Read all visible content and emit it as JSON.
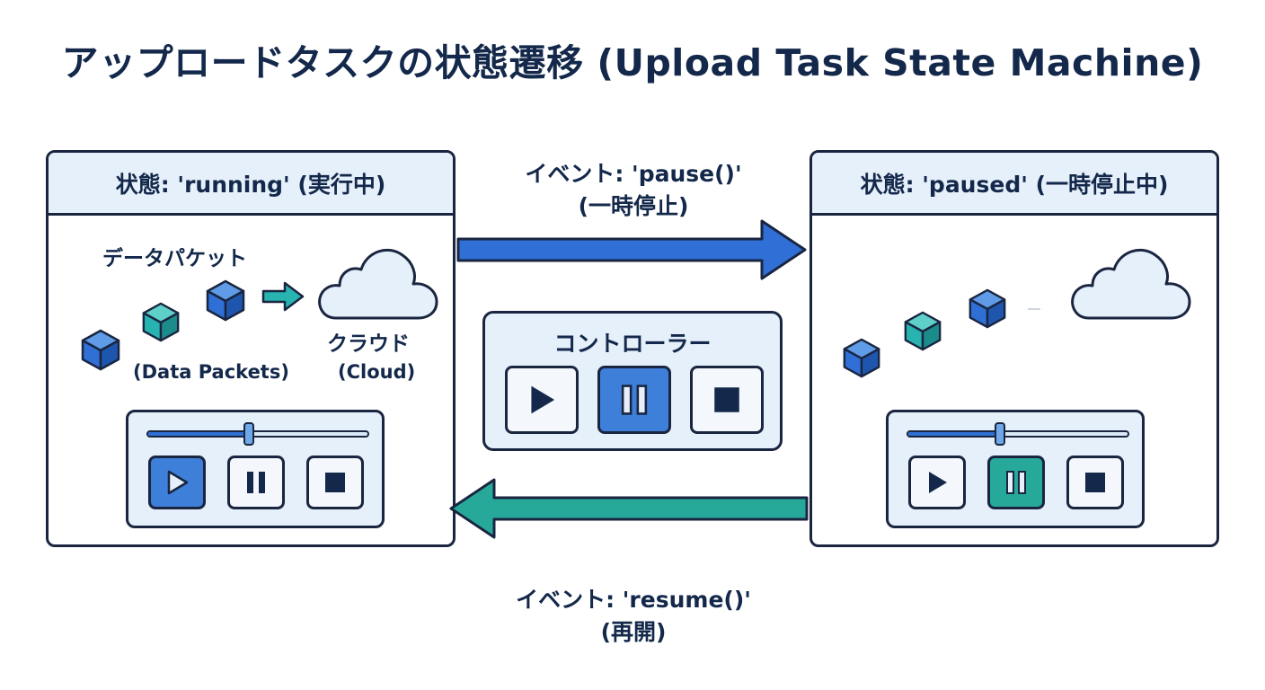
{
  "title": "アップロードタスクの状態遷移 (Upload Task State Machine)",
  "state_running": {
    "header": "状態: 'running' (実行中)",
    "packets_label_jp": "データパケット",
    "packets_label_en": "(Data Packets)",
    "cloud_label_jp": "クラウド",
    "cloud_label_en": "(Cloud)",
    "progress": 0.46,
    "active_button": "play"
  },
  "state_paused": {
    "header": "状態: 'paused' (一時停止中)",
    "progress": 0.42,
    "active_button": "pause"
  },
  "event_pause": {
    "line1": "イベント: 'pause()'",
    "line2": "(一時停止)"
  },
  "event_resume": {
    "line1": "イベント: 'resume()'",
    "line2": "(再開)"
  },
  "controller": {
    "title": "コントローラー",
    "active_button": "pause"
  },
  "icons": {
    "packet": "cube-icon",
    "cloud": "cloud-icon",
    "play": "play-icon",
    "pause": "pause-icon",
    "stop": "stop-icon",
    "flow_arrow": "arrow-right-icon"
  },
  "colors": {
    "pause_arrow": "#2f6fd6",
    "resume_arrow": "#27a99a",
    "packet_blue": "#2f6fd6",
    "packet_teal": "#27b3b0",
    "active_blue": "#3d7fd9",
    "active_teal": "#27a99a"
  }
}
